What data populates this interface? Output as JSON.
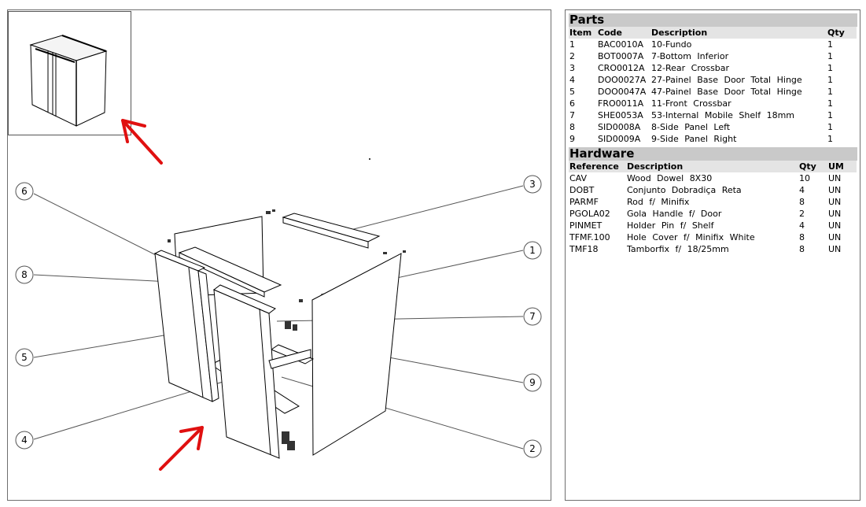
{
  "diagram": {
    "callouts": [
      "1",
      "2",
      "3",
      "4",
      "5",
      "6",
      "7",
      "8",
      "9"
    ]
  },
  "parts": {
    "title": "Parts",
    "columns": [
      "Item",
      "Code",
      "Description",
      "Qty"
    ],
    "rows": [
      [
        "1",
        "BAC0010A",
        "10-Fundo",
        "1"
      ],
      [
        "2",
        "BOT0007A",
        "7-Bottom  Inferior",
        "1"
      ],
      [
        "3",
        "CRO0012A",
        "12-Rear  Crossbar",
        "1"
      ],
      [
        "4",
        "DOO0027A",
        "27-Painel  Base  Door  Total  Hinge",
        "1"
      ],
      [
        "5",
        "DOO0047A",
        "47-Painel  Base  Door  Total  Hinge",
        "1"
      ],
      [
        "6",
        "FRO0011A",
        "11-Front  Crossbar",
        "1"
      ],
      [
        "7",
        "SHE0053A",
        "53-Internal  Mobile  Shelf  18mm",
        "1"
      ],
      [
        "8",
        "SID0008A",
        "8-Side  Panel  Left",
        "1"
      ],
      [
        "9",
        "SID0009A",
        "9-Side  Panel  Right",
        "1"
      ]
    ]
  },
  "hardware": {
    "title": "Hardware",
    "columns": [
      "Reference",
      "Description",
      "Qty",
      "UM"
    ],
    "rows": [
      [
        "CAV",
        "Wood  Dowel  8X30",
        "10",
        "UN"
      ],
      [
        "DOBT",
        "Conjunto  Dobradiça  Reta",
        "4",
        "UN"
      ],
      [
        "PARMF",
        "Rod  f/  Minifix",
        "8",
        "UN"
      ],
      [
        "PGOLA02",
        "Gola  Handle  f/  Door",
        "2",
        "UN"
      ],
      [
        "PINMET",
        "Holder  Pin  f/  Shelf",
        "4",
        "UN"
      ],
      [
        "TFMF.100",
        "Hole  Cover  f/  Minifix  White",
        "8",
        "UN"
      ],
      [
        "TMF18",
        "Tamborfix  f/  18/25mm",
        "8",
        "UN"
      ]
    ]
  },
  "colors": {
    "arrow": "#e01010",
    "header_bg": "#c9c9c9",
    "line": "#000000"
  }
}
